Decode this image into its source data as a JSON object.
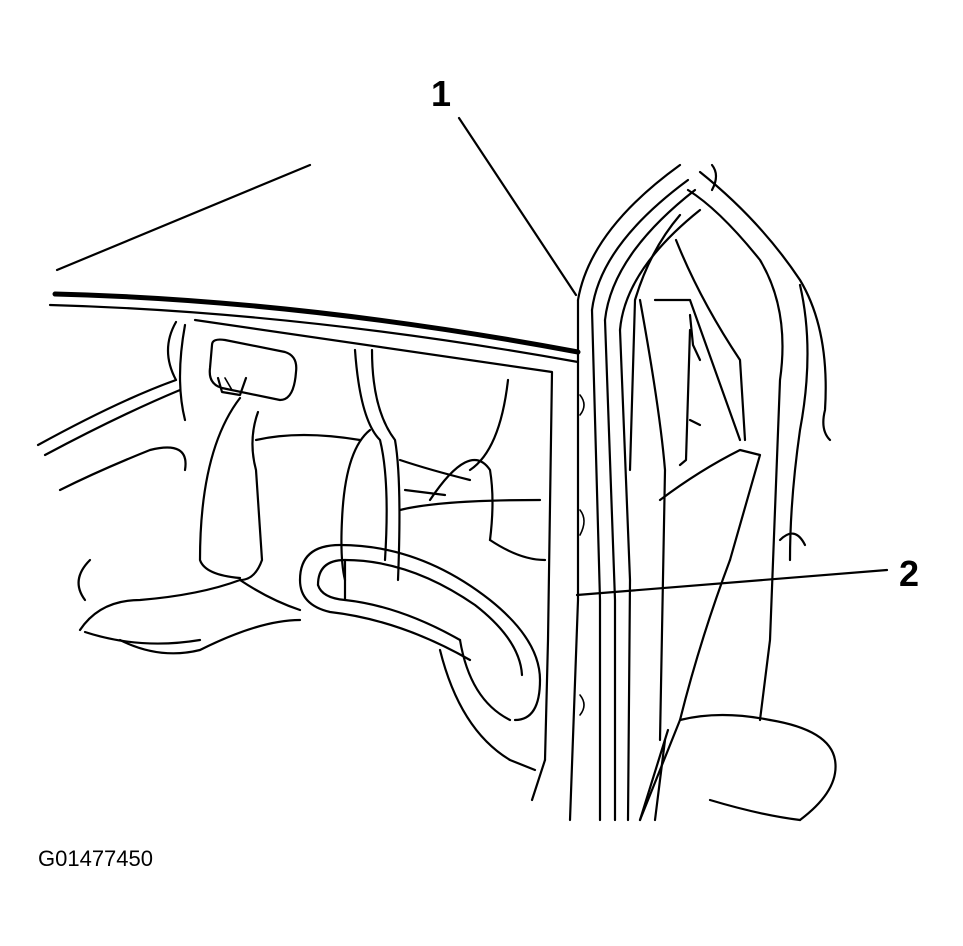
{
  "diagram": {
    "callouts": [
      {
        "id": "1",
        "label": "1"
      },
      {
        "id": "2",
        "label": "2"
      }
    ],
    "figure_id": "G01477450"
  }
}
